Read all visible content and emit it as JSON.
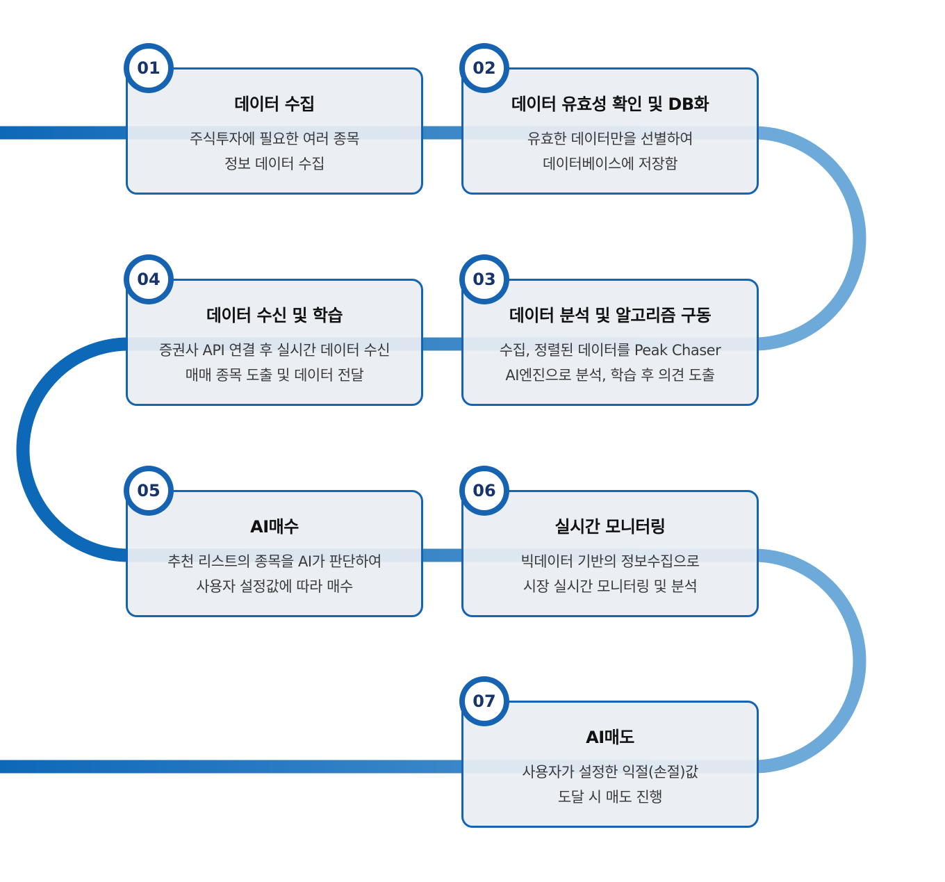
{
  "colors": {
    "accent": "#1663b1",
    "path_dark": "#0e68b8",
    "path_light": "#6eaad9",
    "card_bg": "#eaeef3",
    "badge_text": "#17356b"
  },
  "steps": [
    {
      "number": "01",
      "title": "데이터 수집",
      "desc_line1": "주식투자에 필요한 여러 종목",
      "desc_line2": "정보 데이터 수집"
    },
    {
      "number": "02",
      "title": "데이터 유효성 확인 및 DB화",
      "desc_line1": "유효한 데이터만을 선별하여",
      "desc_line2": "데이터베이스에 저장함"
    },
    {
      "number": "03",
      "title": "데이터 분석 및 알고리즘 구동",
      "desc_line1": "수집, 정렬된 데이터를 Peak Chaser",
      "desc_line2": "AI엔진으로 분석, 학습 후 의견 도출"
    },
    {
      "number": "04",
      "title": "데이터 수신 및 학습",
      "desc_line1": "증권사 API 연결 후 실시간 데이터 수신",
      "desc_line2": "매매 종목 도출 및 데이터 전달"
    },
    {
      "number": "05",
      "title": "AI매수",
      "desc_line1": "추천 리스트의 종목을 AI가 판단하여",
      "desc_line2": "사용자 설정값에 따라 매수"
    },
    {
      "number": "06",
      "title": "실시간 모니터링",
      "desc_line1": "빅데이터 기반의 정보수집으로",
      "desc_line2": "시장 실시간 모니터링 및 분석"
    },
    {
      "number": "07",
      "title": "AI매도",
      "desc_line1": "사용자가 설정한 익절(손절)값",
      "desc_line2": "도달 시 매도 진행"
    }
  ]
}
